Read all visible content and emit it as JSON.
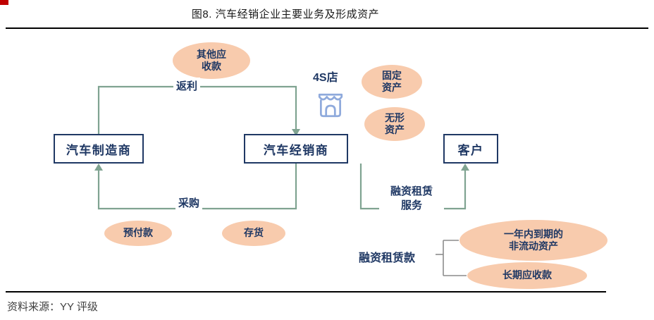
{
  "header": {
    "title": "图8. 汽车经销企业主要业务及形成资产"
  },
  "footer": {
    "source": "资料来源：YY 评级"
  },
  "diagram": {
    "boxes": {
      "manufacturer": "汽车制造商",
      "dealer": "汽车经销商",
      "customer": "客户"
    },
    "labels": {
      "shop": "4S店",
      "rebate": "返利",
      "purchase": "采购",
      "lease_service_line1": "融资租赁",
      "lease_service_line2": "服务",
      "lease_receivable": "融资租赁款"
    },
    "assets": {
      "other_receivables_line1": "其他应",
      "other_receivables_line2": "收款",
      "fixed_line1": "固定",
      "fixed_line2": "资产",
      "intangible_line1": "无形",
      "intangible_line2": "资产",
      "prepayment": "预付款",
      "inventory": "存货",
      "noncurrent_line1": "一年内到期的",
      "noncurrent_line2": "非流动资产",
      "longterm": "长期应收款"
    }
  },
  "colors": {
    "navy": "#1F3864",
    "ellipse_fill": "#F8CBAD",
    "arrow_green": "#7FA391",
    "shop_blue": "#8FAADC",
    "accent_red": "#C00000",
    "rule_black": "#000000",
    "source_gray": "#404040",
    "bracket_gray": "#8C8C8C"
  }
}
